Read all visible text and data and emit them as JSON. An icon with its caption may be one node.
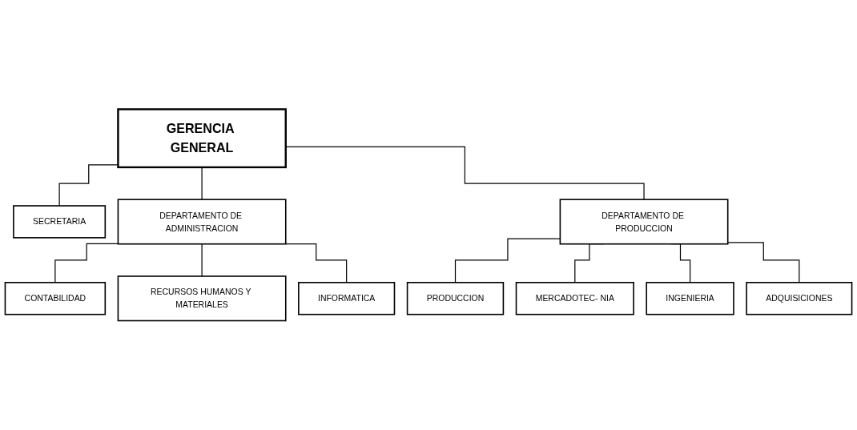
{
  "diagram": {
    "nodes": [
      {
        "text": [
          "GERENCIA GENERAL"
        ]
      },
      {
        "text": [
          "SECRETARIA"
        ]
      },
      {
        "text": [
          "DEPARTAMENTO DE ADMINISTRACION"
        ]
      },
      {
        "text": [
          "DEPARTAMENTO DE PRODUCCION"
        ]
      },
      {
        "text": [
          "CONTABILIDAD"
        ]
      },
      {
        "text": [
          "RECURSOS HUMANOS Y MATERIALES"
        ]
      },
      {
        "text": [
          "INFORMATICA"
        ]
      },
      {
        "text": [
          "PRODUCCION"
        ]
      },
      {
        "text": [
          "MERCADOTEC- NIA"
        ]
      },
      {
        "text": [
          "INGENIERIA"
        ]
      },
      {
        "text": [
          "ADQUISICIONES"
        ]
      }
    ],
    "edges": [
      {
        "from": 0,
        "to": 1,
        "arrow": "none"
      },
      {
        "from": 0,
        "to": 2,
        "arrow": "none"
      },
      {
        "from": 0,
        "to": 3,
        "arrow": "none"
      },
      {
        "from": 2,
        "to": 4,
        "arrow": "none"
      },
      {
        "from": 2,
        "to": 5,
        "arrow": "none"
      },
      {
        "from": 2,
        "to": 6,
        "arrow": "none"
      },
      {
        "from": 3,
        "to": 7,
        "arrow": "none"
      },
      {
        "from": 3,
        "to": 8,
        "arrow": "none"
      },
      {
        "from": 3,
        "to": 9,
        "arrow": "none"
      },
      {
        "from": 3,
        "to": 10,
        "arrow": "none"
      }
    ]
  }
}
